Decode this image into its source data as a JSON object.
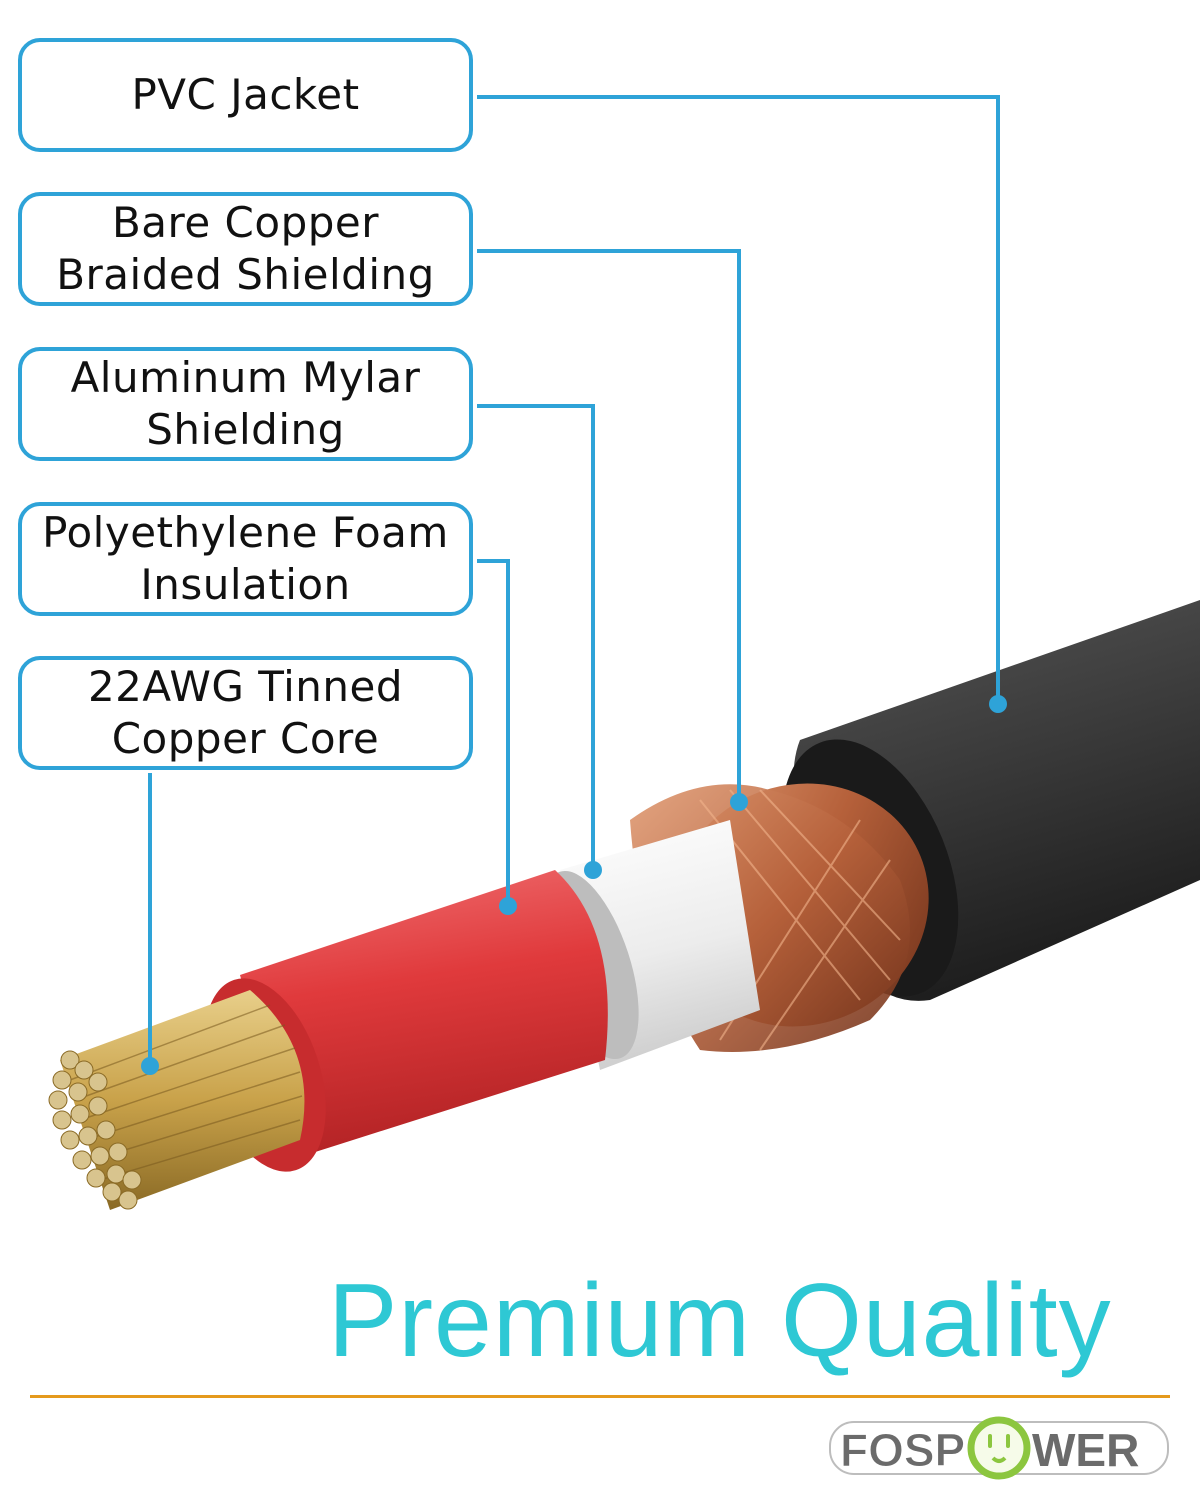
{
  "labels": [
    {
      "id": "pvc-jacket",
      "lines": [
        "PVC Jacket"
      ]
    },
    {
      "id": "braided-shielding",
      "lines": [
        "Bare Copper",
        "Braided Shielding"
      ]
    },
    {
      "id": "mylar-shielding",
      "lines": [
        "Aluminum Mylar",
        "Shielding"
      ]
    },
    {
      "id": "foam-insulation",
      "lines": [
        "Polyethylene Foam",
        "Insulation"
      ]
    },
    {
      "id": "copper-core",
      "lines": [
        "22AWG Tinned",
        "Copper Core"
      ]
    }
  ],
  "headline": "Premium Quality",
  "brand": {
    "name": "FOSPOWER",
    "left": "FOSP",
    "right": "WER"
  },
  "colors": {
    "leader_line": "#2ea3d8",
    "headline": "#2ec8d4",
    "divider": "#e59a1d",
    "jacket": "#3a3a3a",
    "insulation_red": "#e03a3c",
    "copper": "#b5603a",
    "core_gold": "#c9a24a",
    "logo_green": "#8cc63f",
    "logo_gray": "#6b6b6b"
  }
}
